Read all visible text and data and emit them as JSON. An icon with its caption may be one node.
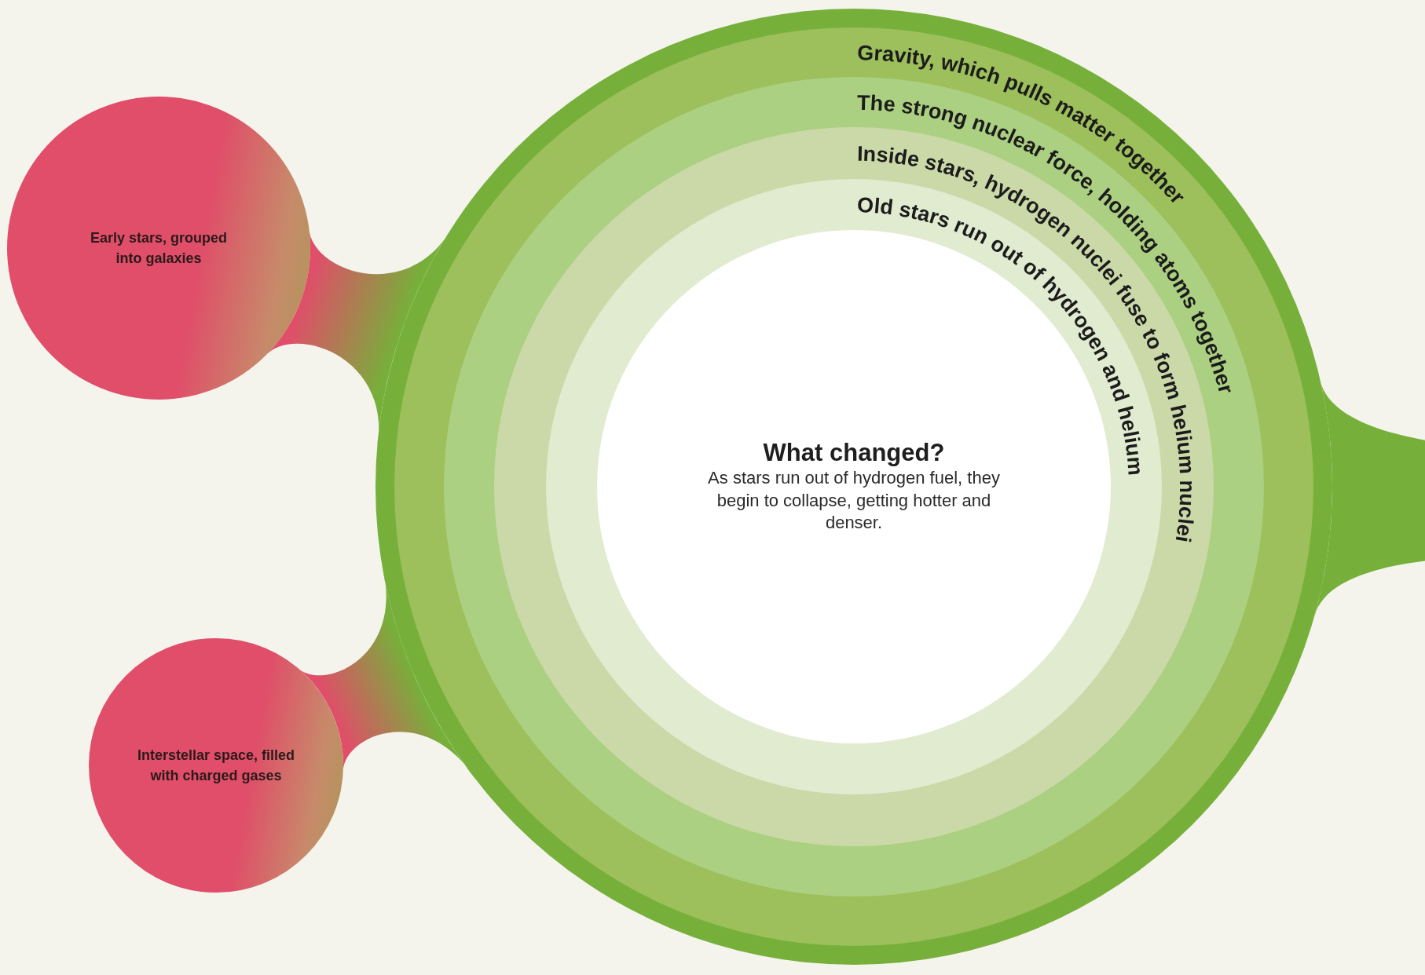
{
  "diagram": {
    "nodes": [
      {
        "text": [
          "Early stars, grouped into galaxies"
        ]
      },
      {
        "text": [
          "Interstellar space, filled with charged gases"
        ]
      },
      {
        "text": [
          "Gravity, which pulls matter together",
          "The strong nuclear force, holding atoms together",
          "Inside stars, hydrogen nuclei fuse to form helium nuclei",
          "Old stars run out of hydrogen and helium",
          "What changed?",
          "As stars run out of hydrogen fuel, they begin to collapse, getting hotter and denser."
        ]
      }
    ],
    "edges": [
      {
        "from": 0,
        "to": 2,
        "arrow": "none",
        "style": "thick"
      },
      {
        "from": 1,
        "to": 2,
        "arrow": "none",
        "style": "thick"
      },
      {
        "from": 2,
        "to": null,
        "arrow": "none",
        "style": "thick"
      }
    ]
  }
}
